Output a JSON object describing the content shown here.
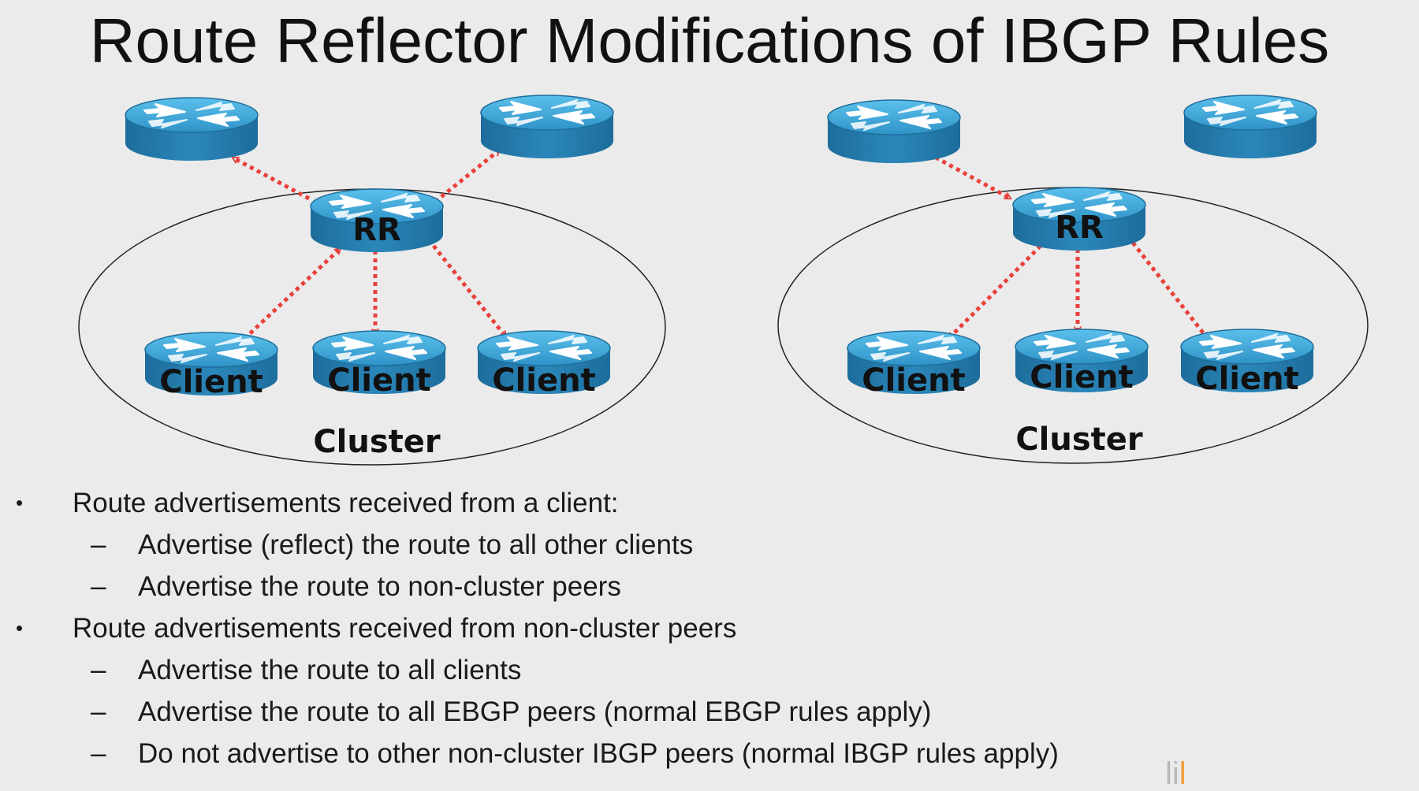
{
  "title": "Route Reflector Modifications of IBGP Rules",
  "diagrams": [
    {
      "rr_label": "RR",
      "client_labels": [
        "Client",
        "Client",
        "Client"
      ],
      "cluster_label": "Cluster"
    },
    {
      "rr_label": "RR",
      "client_labels": [
        "Client",
        "Client",
        "Client"
      ],
      "cluster_label": "Cluster"
    }
  ],
  "bullets": [
    {
      "text": "Route advertisements received from a client:",
      "subs": [
        "Advertise (reflect) the route to all other clients",
        "Advertise the route to non-cluster peers"
      ]
    },
    {
      "text": "Route advertisements received from non-cluster peers",
      "subs": [
        "Advertise the route to all clients",
        "Advertise the route to all EBGP peers (normal EBGP rules apply)",
        "Do not advertise to other non-cluster IBGP peers (normal IBGP rules apply)"
      ]
    }
  ],
  "bullet_mark": "•",
  "sub_mark": "–",
  "watermark": {
    "text": "li",
    "accent": "l"
  },
  "colors": {
    "router_top": "#3ba0d4",
    "router_side": "#1f6f9e",
    "arrow": "#e8403a",
    "cluster_outline": "#222222",
    "background": "#ebebeb"
  },
  "icons": [
    "router-icon"
  ]
}
